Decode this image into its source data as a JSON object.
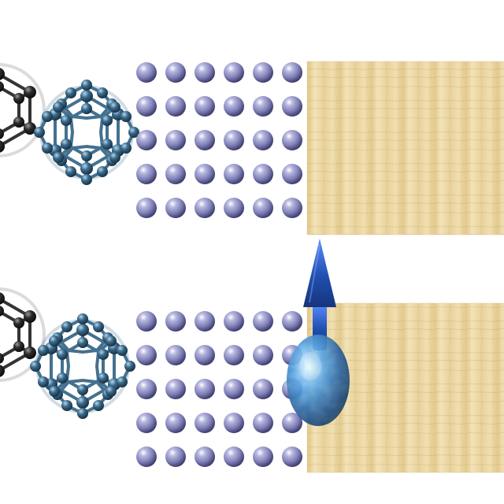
{
  "scene": {
    "background": "#ffffff",
    "colors": {
      "fullerene_stroke": "#3b6a8a",
      "fullerene_node": "#2f5f82",
      "dark_fullerene": "#2a2a2a",
      "atom_fill": "#7f80b6",
      "atom_highlight": "#ffffff",
      "wood_base": "#ecd9a6",
      "wood_grain": "#caa56a",
      "arrow": "#1f4fb0",
      "blue_sphere": "#3f82c6"
    },
    "panels": [
      {
        "id": "top",
        "dark_fullerene": "partial-left",
        "blue_fullerene": "present",
        "atom_grid": {
          "rows": 5,
          "cols": 6
        },
        "wood_block": "present",
        "arrow": "none",
        "sphere": "none"
      },
      {
        "id": "bottom",
        "dark_fullerene": "partial-left",
        "blue_fullerene": "present",
        "atom_grid": {
          "rows": 5,
          "cols": 6
        },
        "wood_block": "present",
        "arrow": "up",
        "sphere": "present"
      }
    ]
  }
}
